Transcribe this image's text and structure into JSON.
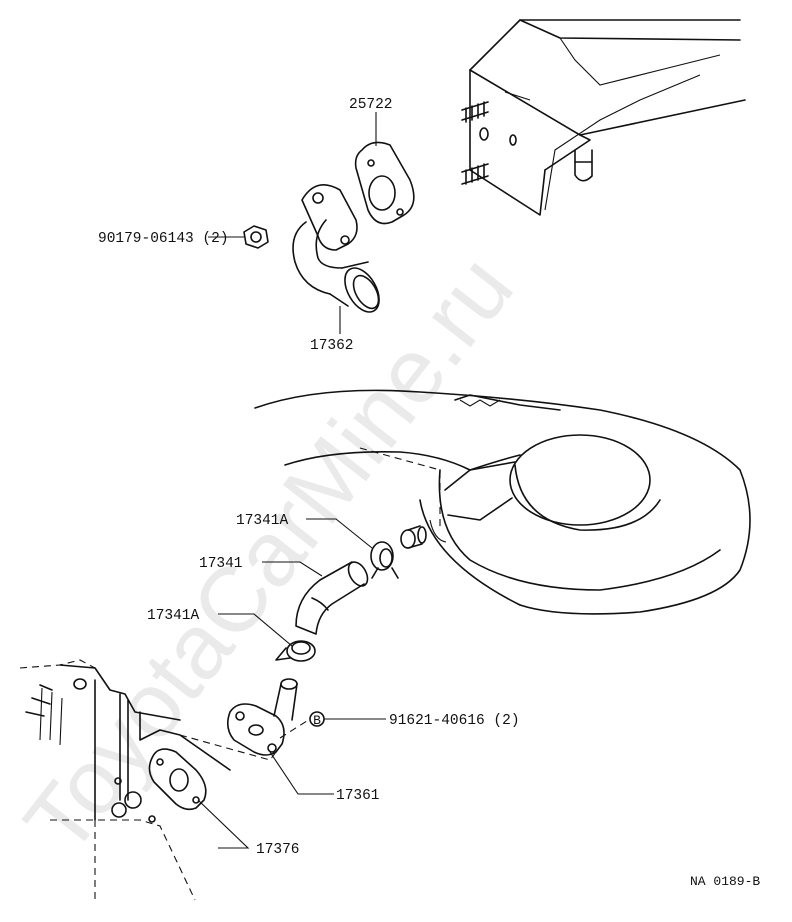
{
  "watermark": "ToyotaCarMine.ru",
  "diagram_code": "NA 0189-B",
  "parts": {
    "gasket_top": "25722",
    "nut": "90179-06143 (2)",
    "pipe_top": "17362",
    "clamp_upper": "17341A",
    "hose": "17341",
    "clamp_lower": "17341A",
    "bolt": "91621-40616 (2)",
    "pipe_lower": "17361",
    "gasket_lower": "17376",
    "bolt_symbol": "B"
  }
}
